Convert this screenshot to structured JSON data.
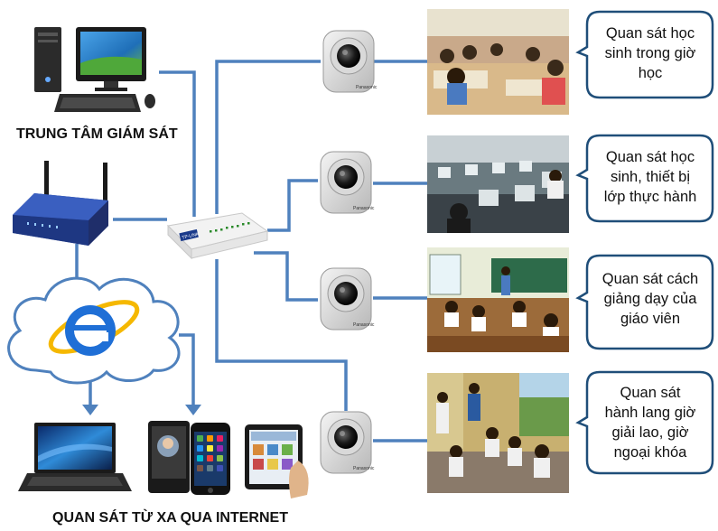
{
  "labels": {
    "monitoring_center": "TRUNG TÂM GIÁM SÁT",
    "remote_monitoring": "QUAN SÁT TỪ XA QUA INTERNET"
  },
  "switch_brand": "TP-LINK",
  "camera_brand": "Panasonic",
  "bubbles": [
    {
      "lines": [
        "Quan sát học",
        "sinh trong giờ",
        "học"
      ]
    },
    {
      "lines": [
        "Quan sát học",
        "sinh, thiết bị",
        "lớp thực hành"
      ]
    },
    {
      "lines": [
        "Quan sát cách",
        "giảng dạy của",
        "giáo viên"
      ]
    },
    {
      "lines": [
        "Quan sát",
        "hành lang giờ",
        "giải lao, giờ",
        "ngoại khóa"
      ]
    }
  ],
  "colors": {
    "connector": "#4f81bd",
    "bubble_border": "#1f4e79",
    "router": "#2b4fa8",
    "cloud_border": "#4f81bd"
  },
  "icons": {
    "computer": "desktop-computer-icon",
    "router": "wifi-router-icon",
    "switch": "network-switch-icon",
    "camera": "ip-camera-icon",
    "cloud": "cloud-icon",
    "browser": "internet-explorer-icon",
    "laptop": "laptop-icon",
    "phones": "smartphone-icon",
    "tablet": "tablet-icon"
  }
}
